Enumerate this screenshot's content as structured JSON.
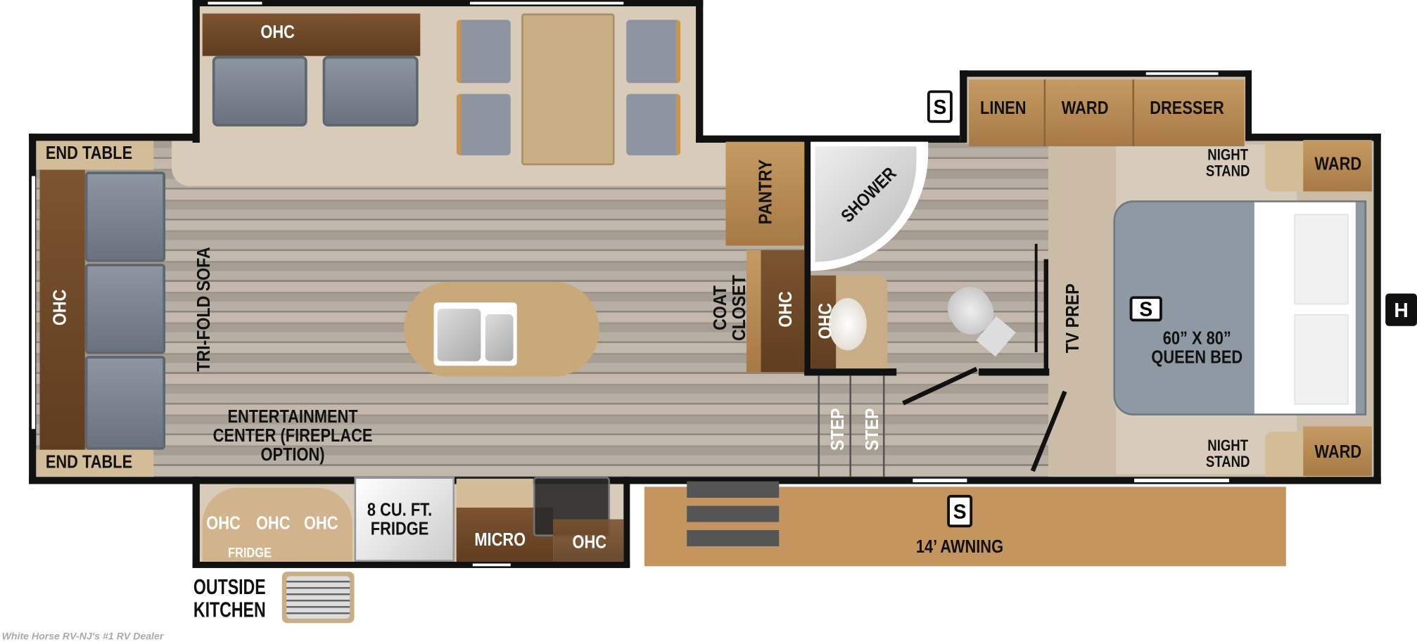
{
  "labels": {
    "ohc": "OHC",
    "end_table": "END TABLE",
    "tri_fold_sofa": "TRI-FOLD SOFA",
    "entertainment_center": "ENTERTAINMENT\nCENTER (FIREPLACE\nOPTION)",
    "pantry": "PANTRY",
    "coat_closet": "COAT\nCLOSET",
    "shower": "SHOWER",
    "step": "STEP",
    "tv_prep": "TV PREP",
    "linen": "LINEN",
    "ward": "WARD",
    "dresser": "DRESSER",
    "night_stand": "NIGHT\nSTAND",
    "queen_bed": "60” X 80”\nQUEEN BED",
    "fridge_small": "FRIDGE",
    "fridge": "8 CU. FT.\nFRIDGE",
    "micro": "MICRO",
    "awning": "14’ AWNING",
    "outside_kitchen": "OUTSIDE\nKITCHEN",
    "slide_marker": "S",
    "hitch_marker": "H"
  },
  "watermark": "White Horse RV-NJ's #1 RV Dealer",
  "colors": {
    "cabinet": "#b58550",
    "ohc_dark": "#6b4526",
    "upholstery": "#8d96a0",
    "floor_bed": "#c9b9a3",
    "awning": "#c4955f",
    "wall": "#111111"
  }
}
